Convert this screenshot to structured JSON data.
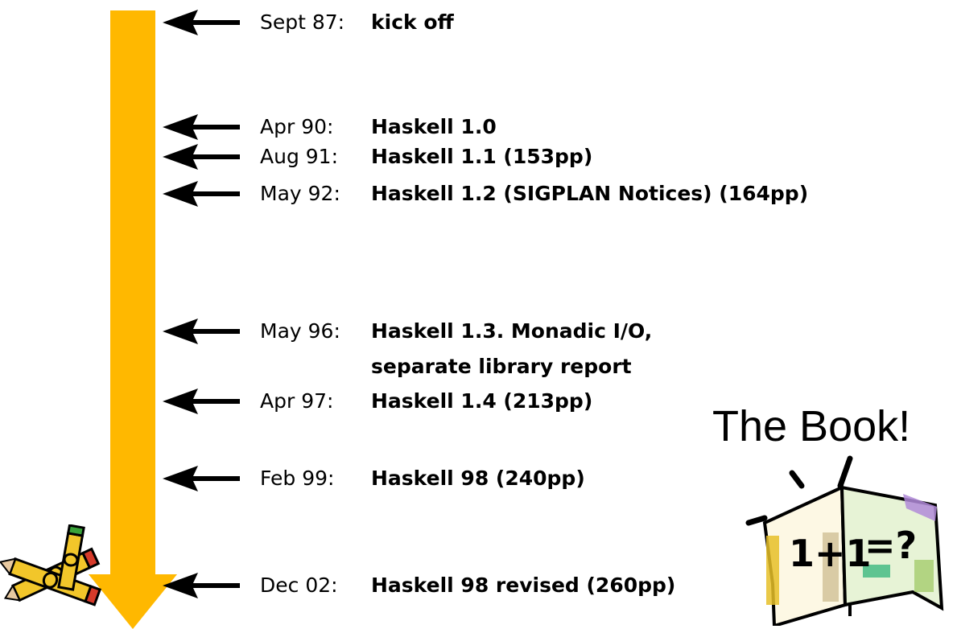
{
  "timeline": {
    "events": [
      {
        "date": "Sept 87:",
        "text": "kick off"
      },
      {
        "date": "Apr 90:",
        "text": "Haskell 1.0"
      },
      {
        "date": "Aug 91:",
        "text": "Haskell 1.1 (153pp)"
      },
      {
        "date": "May 92:",
        "text": "Haskell 1.2 (SIGPLAN Notices) (164pp)"
      },
      {
        "date": "May 96:",
        "text": "Haskell 1.3.  Monadic I/O,",
        "continuation": "separate library report"
      },
      {
        "date": "Apr 97:",
        "text": "Haskell 1.4 (213pp)"
      },
      {
        "date": "Feb 99:",
        "text": "Haskell 98 (240pp)"
      },
      {
        "date": "Dec 02:",
        "text": "Haskell 98 revised (260pp)"
      }
    ]
  },
  "book": {
    "title": "The Book!",
    "art_text": "1+1=?"
  },
  "colors": {
    "timeline_bar": "#FFB800",
    "pointer": "#000000"
  },
  "icons": {
    "pointer": "left-arrow-icon",
    "book": "open-book-icon",
    "pencils": "pencils-icon"
  }
}
